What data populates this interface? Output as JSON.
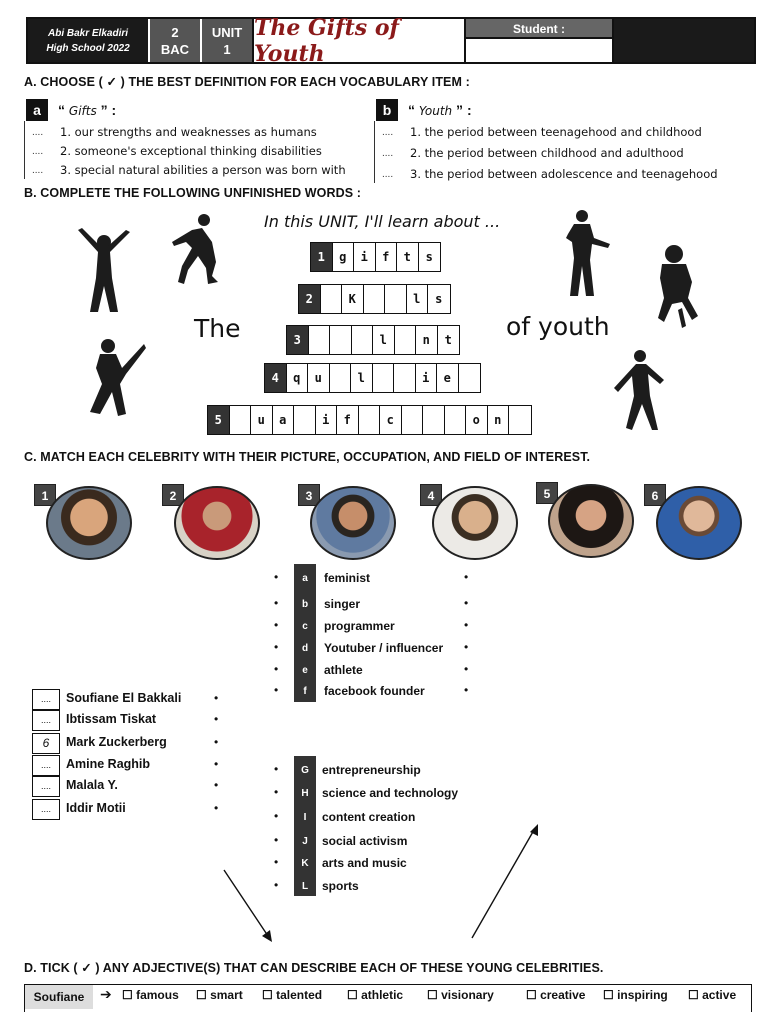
{
  "header": {
    "school_line1": "Abi Bakr Elkadiri",
    "school_line2": "High School 2022",
    "level_num": "2",
    "level_name": "BAC",
    "unit_label": "UNIT",
    "unit_num": "1",
    "title": "The Gifts of Youth",
    "student_label": "Student :"
  },
  "sectionA": {
    "heading": "A. CHOOSE  ( ✓ ) THE BEST DEFINITION FOR EACH VOCABULARY  ITEM :",
    "a": {
      "letter": "a",
      "word": "Gifts",
      "options": [
        "1. our strengths and weaknesses as humans",
        "2. someone's exceptional thinking disabilities",
        "3. special natural abilities a person was born with"
      ]
    },
    "b": {
      "letter": "b",
      "word": "Youth",
      "options": [
        "1. the period between teenagehood and childhood",
        "2. the period between childhood and adulthood",
        "3. the period between adolescence and teenagehood"
      ]
    },
    "dots": "...."
  },
  "sectionB": {
    "heading": "B. COMPLETE THE FOLLOWING UNFINISHED WORDS :",
    "intro": "In this UNIT, I'll learn about ...",
    "left_word": "The",
    "right_word": "of youth",
    "rows": [
      {
        "num": "1",
        "cells": [
          "g",
          "i",
          "f",
          "t",
          "s"
        ]
      },
      {
        "num": "2",
        "cells": [
          "",
          "K",
          "",
          "",
          "l",
          "s"
        ]
      },
      {
        "num": "3",
        "cells": [
          "",
          "",
          "",
          "l",
          "",
          "n",
          "t"
        ]
      },
      {
        "num": "4",
        "cells": [
          "q",
          "u",
          "",
          "l",
          "",
          "",
          "i",
          "e",
          ""
        ]
      },
      {
        "num": "5",
        "cells": [
          "",
          "u",
          "a",
          "",
          "i",
          "f",
          "",
          "c",
          "",
          "",
          "",
          "o",
          "n",
          ""
        ]
      }
    ]
  },
  "sectionC": {
    "heading": "C. MATCH EACH CELEBRITY WITH THEIR PICTURE, OCCUPATION, AND FIELD OF INTEREST.",
    "pictures": [
      "1",
      "2",
      "3",
      "4",
      "5",
      "6"
    ],
    "occupations": [
      {
        "letter": "a",
        "label": "feminist"
      },
      {
        "letter": "b",
        "label": "singer"
      },
      {
        "letter": "c",
        "label": "programmer"
      },
      {
        "letter": "d",
        "label": "Youtuber / influencer"
      },
      {
        "letter": "e",
        "label": "athlete"
      },
      {
        "letter": "f",
        "label": "facebook founder"
      }
    ],
    "names": [
      {
        "box": "....",
        "name": "Soufiane El Bakkali"
      },
      {
        "box": "....",
        "name": "Ibtissam Tiskat"
      },
      {
        "box": "6",
        "name": "Mark Zuckerberg"
      },
      {
        "box": "....",
        "name": "Amine Raghib"
      },
      {
        "box": "....",
        "name": "Malala Y."
      },
      {
        "box": "....",
        "name": "Iddir Motii"
      }
    ],
    "fields": [
      {
        "letter": "G",
        "label": "entrepreneurship"
      },
      {
        "letter": "H",
        "label": "science and technology"
      },
      {
        "letter": "I",
        "label": "content creation"
      },
      {
        "letter": "J",
        "label": "social activism"
      },
      {
        "letter": "K",
        "label": "arts and music"
      },
      {
        "letter": "L",
        "label": "sports"
      }
    ]
  },
  "sectionD": {
    "heading": "D. TICK ( ✓ )  ANY ADJECTIVE(S) THAT CAN DESCRIBE  EACH OF THESE YOUNG CELEBRITIES.",
    "row_name": "Soufiane",
    "arrow": "➔",
    "adjectives": [
      "☐ famous",
      "☐ smart",
      "☐ talented",
      "☐ athletic",
      "☐ visionary",
      "☐ creative",
      "☐ inspiring",
      "☐ active"
    ]
  }
}
